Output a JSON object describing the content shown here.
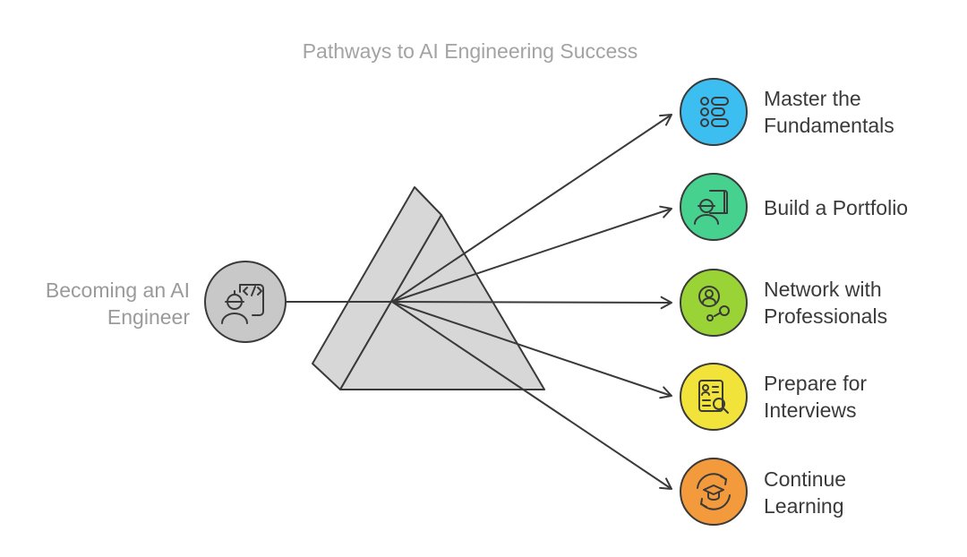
{
  "title": "Pathways to AI Engineering Success",
  "source": {
    "label": "Becoming an AI\nEngineer",
    "icon": "engineer-code-icon",
    "color": "#c8c8c8"
  },
  "outputs": [
    {
      "label": "Master the\nFundamentals",
      "icon": "list-icon",
      "color": "#3cbff0"
    },
    {
      "label": "Build a Portfolio",
      "icon": "engineer-blueprint-icon",
      "color": "#46d18f"
    },
    {
      "label": "Network with\nProfessionals",
      "icon": "network-person-icon",
      "color": "#9ad336"
    },
    {
      "label": "Prepare for\nInterviews",
      "icon": "resume-search-icon",
      "color": "#f2e33a"
    },
    {
      "label": "Continue\nLearning",
      "icon": "graduation-cycle-icon",
      "color": "#f39a3c"
    }
  ]
}
